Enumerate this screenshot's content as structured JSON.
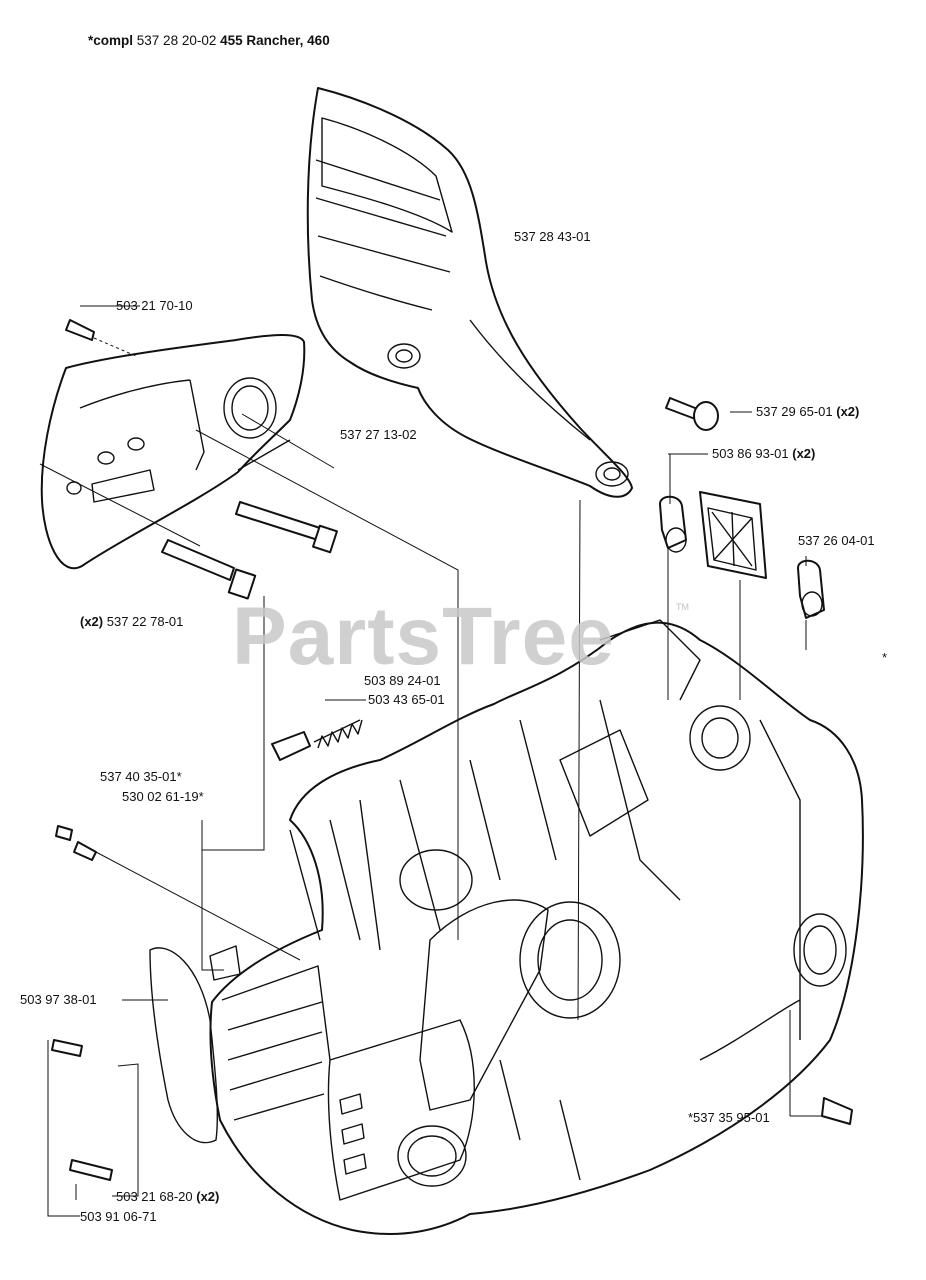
{
  "header": {
    "prefix": "*compl",
    "part_number": "537 28 20-02",
    "models": "455 Rancher, 460"
  },
  "watermark": {
    "text": "PartsTree",
    "trademark": "TM"
  },
  "labels": {
    "p1": {
      "num": "537 28 43-01"
    },
    "p2": {
      "num": "503 21 70-10"
    },
    "p3": {
      "num": "537 29 65-01",
      "qty": "(x2)"
    },
    "p4": {
      "num": "537 27 13-02"
    },
    "p5": {
      "num": "503 86 93-01",
      "qty": "(x2)"
    },
    "p6": {
      "num": "537 26 04-01"
    },
    "p7": {
      "qty": "(x2)",
      "num": "537 22 78-01"
    },
    "p8": {
      "num": "503 89 24-01"
    },
    "p9": {
      "num": "503 43 65-01"
    },
    "p10": {
      "num": "537 40 35-01*"
    },
    "p11": {
      "num": "530 02 61-19*"
    },
    "p12": {
      "num": "503 97 38-01"
    },
    "p13": {
      "num": "*537 35 95-01"
    },
    "p14": {
      "num": "503 21 68-20",
      "qty": "(x2)"
    },
    "p15": {
      "num": "503 91 06-71"
    },
    "p16": {
      "num": "*"
    }
  }
}
